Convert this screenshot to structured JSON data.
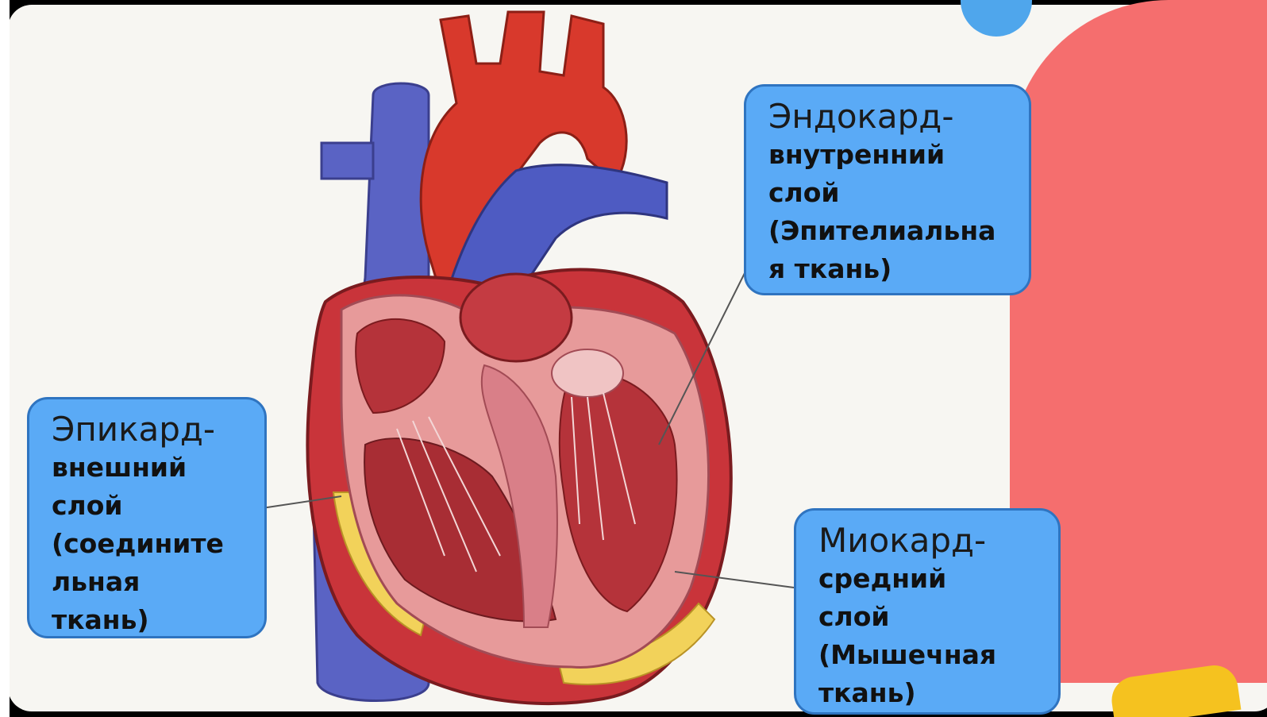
{
  "labels": {
    "endocardium": {
      "title": "Эндокард-",
      "lines": [
        "внутренний",
        "слой",
        "(Эпителиальна",
        "я ткань)"
      ]
    },
    "epicardium": {
      "title": "Эпикард-",
      "lines": [
        "внешний",
        "слой",
        "(соедините",
        "льная",
        "ткань)"
      ]
    },
    "myocardium": {
      "title": "Миокард-",
      "lines": [
        "средний",
        "слой",
        "(Мышечная",
        "ткань)"
      ]
    }
  },
  "colors": {
    "slide_background": "#f7f6f2",
    "label_fill": "#5aaaf6",
    "label_border": "#2f74c0",
    "side_panel": "#f56e6e",
    "vein_blue": "#5a63c4",
    "artery_red": "#d8392c",
    "myocardium_pink": "#e79a9a",
    "fat_yellow": "#f2d25a"
  },
  "image": {
    "subject": "heart-cross-section"
  }
}
